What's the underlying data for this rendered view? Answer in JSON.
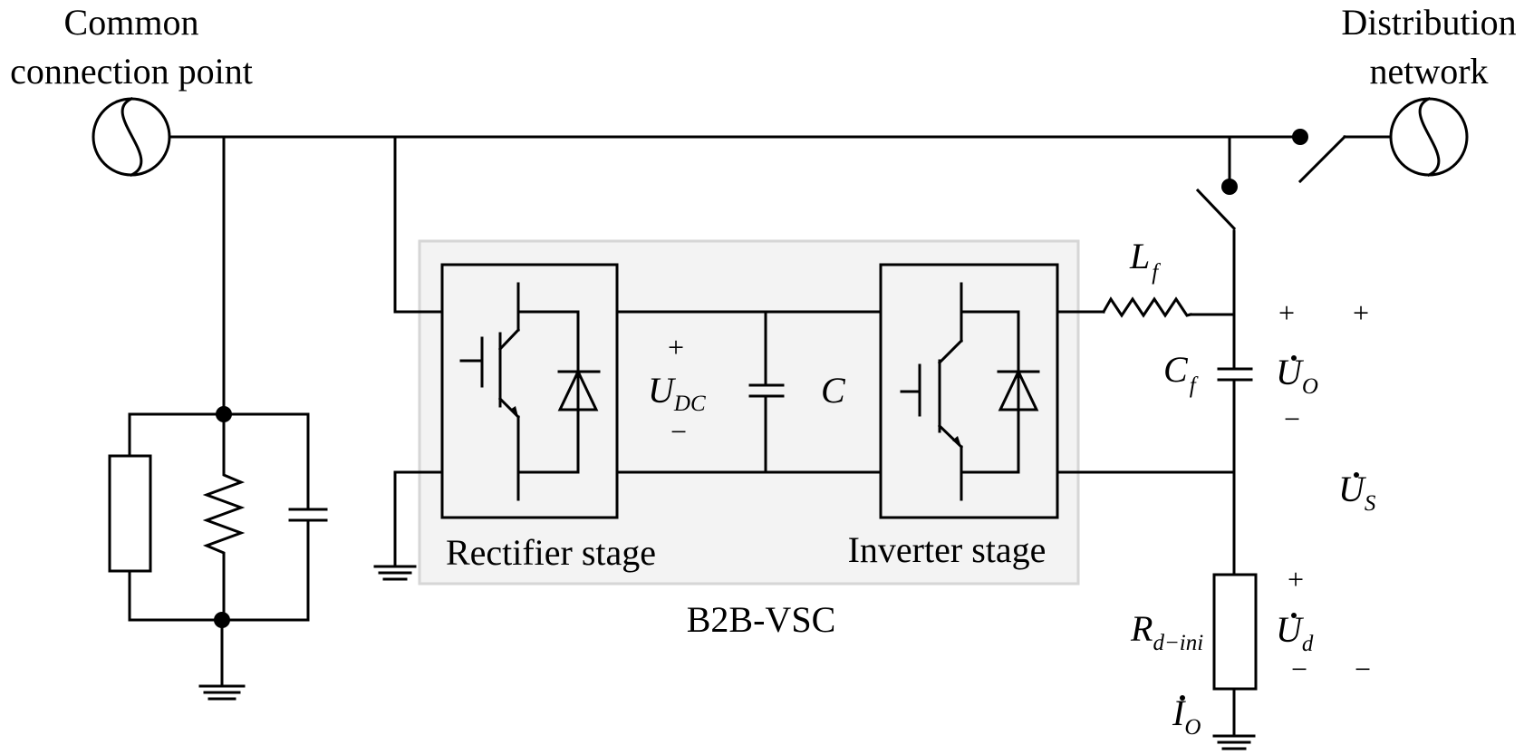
{
  "labels": {
    "common_connection_point": [
      "Common",
      "connection point"
    ],
    "distribution_network": [
      "Distribution",
      "network"
    ],
    "rectifier_stage": "Rectifier stage",
    "inverter_stage": "Inverter stage",
    "b2b_vsc": "B2B-VSC"
  },
  "symbols": {
    "udc": {
      "main": "U",
      "sub": "DC"
    },
    "c": {
      "main": "C"
    },
    "lf": {
      "main": "L",
      "sub": "f"
    },
    "cf": {
      "main": "C",
      "sub": "f"
    },
    "uo": {
      "main": "U",
      "sub": "O"
    },
    "us": {
      "main": "U",
      "sub": "S"
    },
    "ud": {
      "main": "U",
      "sub": "d"
    },
    "rd": {
      "main": "R",
      "sub": "d−ini"
    },
    "io": {
      "main": "I",
      "sub": "O"
    }
  },
  "polarity": {
    "plus": "+",
    "minus": "−"
  },
  "colors": {
    "wire": "#000000",
    "converter_panel_fill": "#f3f3f3",
    "converter_panel_border": "#d6d6d6"
  }
}
